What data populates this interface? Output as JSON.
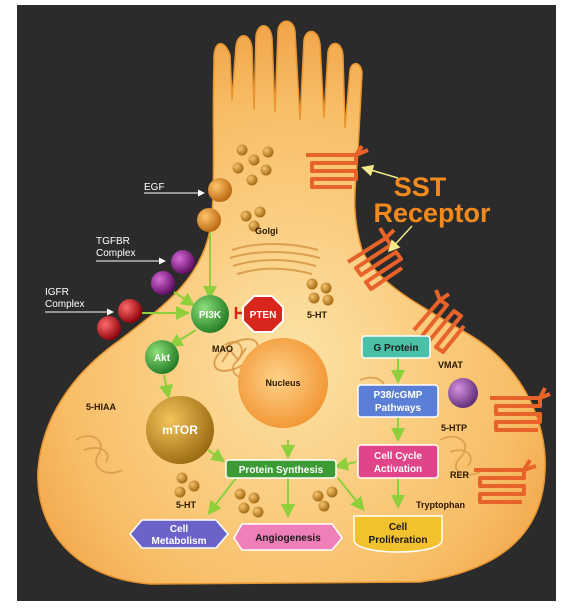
{
  "title": "SST Receptor",
  "title_line1": "SST",
  "title_line2": "Receptor",
  "external_labels": {
    "egf": "EGF",
    "tgfbr_1": "TGFBR",
    "tgfbr_2": "Complex",
    "igfr_1": "IGFR",
    "igfr_2": "Complex"
  },
  "cell_labels": {
    "golgi": "Golgi",
    "five_ht_top": "5-HT",
    "mao": "MAO",
    "nucleus": "Nucleus",
    "five_hiaa": "5-HIAA",
    "vmat": "VMAT",
    "five_htp": "5-HTP",
    "rer": "RER",
    "tryptophan": "Tryptophan",
    "five_ht_bottom": "5-HT"
  },
  "nodes": {
    "pi3k": "PI3K",
    "pten": "PTEN",
    "akt": "Akt",
    "mtor": "mTOR"
  },
  "boxes": {
    "g_protein": "G Protein",
    "p38_1": "P38/cGMP",
    "p38_2": "Pathways",
    "cell_cycle_1": "Cell Cycle",
    "cell_cycle_2": "Activation",
    "protein_synthesis": "Protein Synthesis"
  },
  "outcomes": {
    "cell_metabolism_1": "Cell",
    "cell_metabolism_2": "Metabolism",
    "angiogenesis": "Angiogenesis",
    "cell_proliferation_1": "Cell",
    "cell_proliferation_2": "Proliferation"
  },
  "colors": {
    "background": "#2b2b2b",
    "cell": "#f7b75c",
    "title": "#f28a1e",
    "receptor": "#e8632a",
    "pathway_arrow": "#8fcf3c",
    "g_protein": "#4bc0a8",
    "p38": "#5b7fd6",
    "cell_cycle": "#e0458a",
    "protein_synthesis": "#3d9b35",
    "cell_metabolism": "#6c63c9",
    "angiogenesis": "#ee7fb8",
    "cell_proliferation": "#f2c12e",
    "pten": "#d9261c"
  }
}
